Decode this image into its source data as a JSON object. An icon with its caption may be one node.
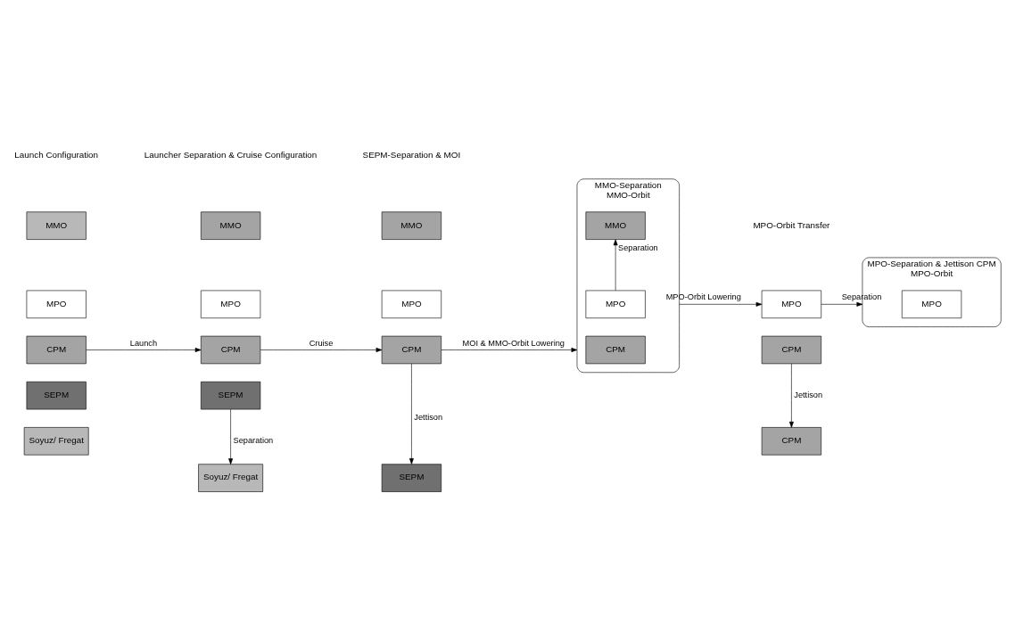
{
  "diagram": {
    "nodes": [
      {
        "text": [
          "MMO"
        ]
      },
      {
        "text": [
          "MPO"
        ]
      },
      {
        "text": [
          "CPM"
        ]
      },
      {
        "text": [
          "SEPM"
        ]
      },
      {
        "text": [
          "Soyuz/ Fregat"
        ]
      },
      {
        "text": [
          "MMO"
        ]
      },
      {
        "text": [
          "MPO"
        ]
      },
      {
        "text": [
          "CPM"
        ]
      },
      {
        "text": [
          "SEPM"
        ]
      },
      {
        "text": [
          "Soyuz/ Fregat"
        ]
      },
      {
        "text": [
          "MMO"
        ]
      },
      {
        "text": [
          "MPO"
        ]
      },
      {
        "text": [
          "CPM"
        ]
      },
      {
        "text": [
          "SEPM"
        ]
      },
      {
        "text": [
          "MMO-Separation",
          "MMO-Orbit"
        ]
      },
      {
        "text": [
          "MMO"
        ],
        "in": 14
      },
      {
        "text": [
          "MPO"
        ],
        "in": 14
      },
      {
        "text": [
          "CPM"
        ],
        "in": 14
      },
      {
        "text": [
          "MPO"
        ]
      },
      {
        "text": [
          "CPM"
        ]
      },
      {
        "text": [
          "MPO-Separation & Jettison CPM",
          "MPO-Orbit"
        ]
      },
      {
        "text": [
          "MPO"
        ],
        "in": 20
      },
      {
        "text": [
          "CPM"
        ]
      }
    ],
    "edges": [
      {
        "from": 2,
        "to": 7,
        "arrow": "to",
        "label": "Launch"
      },
      {
        "from": 7,
        "to": 12,
        "arrow": "to",
        "label": "Cruise"
      },
      {
        "from": 12,
        "to": 14,
        "arrow": "to",
        "label": "MOI & MMO-Orbit Lowering"
      },
      {
        "from": 14,
        "to": 18,
        "arrow": "to",
        "label": "MPO-Orbit Lowering"
      },
      {
        "from": 8,
        "to": 9,
        "arrow": "to",
        "label": "Separation"
      },
      {
        "from": 12,
        "to": 13,
        "arrow": "to",
        "label": "Jettison"
      },
      {
        "from": 16,
        "to": 15,
        "arrow": "to",
        "label": "Separation"
      },
      {
        "from": 18,
        "to": 20,
        "arrow": "to",
        "label": "Separation"
      },
      {
        "from": 19,
        "to": 22,
        "arrow": "to",
        "label": "Jettison"
      }
    ],
    "labels": [
      "Launch Configuration",
      "Launcher Separation & Cruise Configuration",
      "SEPM-Separation & MOI",
      "MPO-Orbit Transfer"
    ]
  }
}
